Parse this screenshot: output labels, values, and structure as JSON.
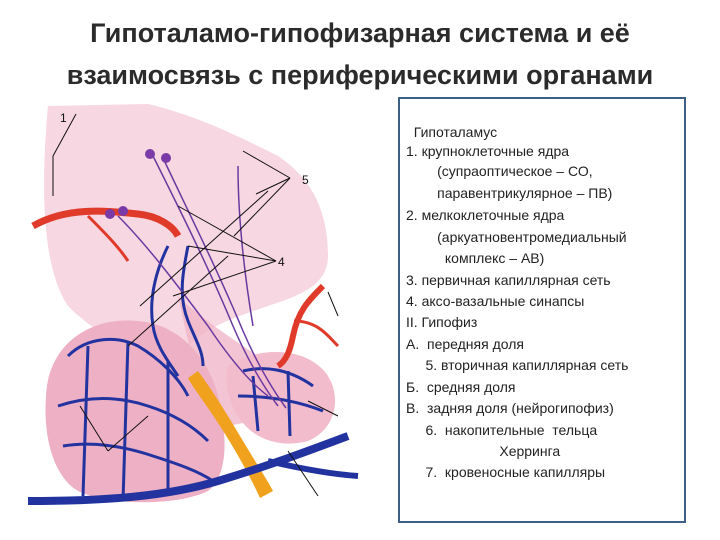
{
  "title": {
    "line1": "Гипоталамо-гипофизарная система и её",
    "line2": "взаимосвязь с периферическими органами"
  },
  "figure": {
    "callouts": [
      "1",
      "5",
      "4"
    ]
  },
  "legend": {
    "lines": [
      "  Гипоталамус",
      "1. крупноклеточные ядра",
      "        (супраоптическое – СО,",
      "        паравентрикулярное – ПВ)",
      "2. мелкоклеточные ядра",
      "        (аркуатновентромедиальный",
      "          комплекс – АВ)",
      "3. первичная капиллярная сеть",
      "4. аксо-вазальные синапсы",
      "II. Гипофиз",
      "А.  передняя доля",
      "     5. вторичная капиллярная сеть",
      "Б.  средняя доля",
      "В.  задняя доля (нейрогипофиз)",
      "     6.  накопительные  тельца",
      "                        Херринга",
      "     7.  кровеносные капилляры"
    ]
  },
  "colors": {
    "title": "#2b2b2b",
    "legend_border": "#3d5f86",
    "tissue_pink": "#eeb0c4",
    "artery_red": "#e03a2a",
    "vein_blue": "#2233a0",
    "middle_lobe_orange": "#f0a21e"
  }
}
